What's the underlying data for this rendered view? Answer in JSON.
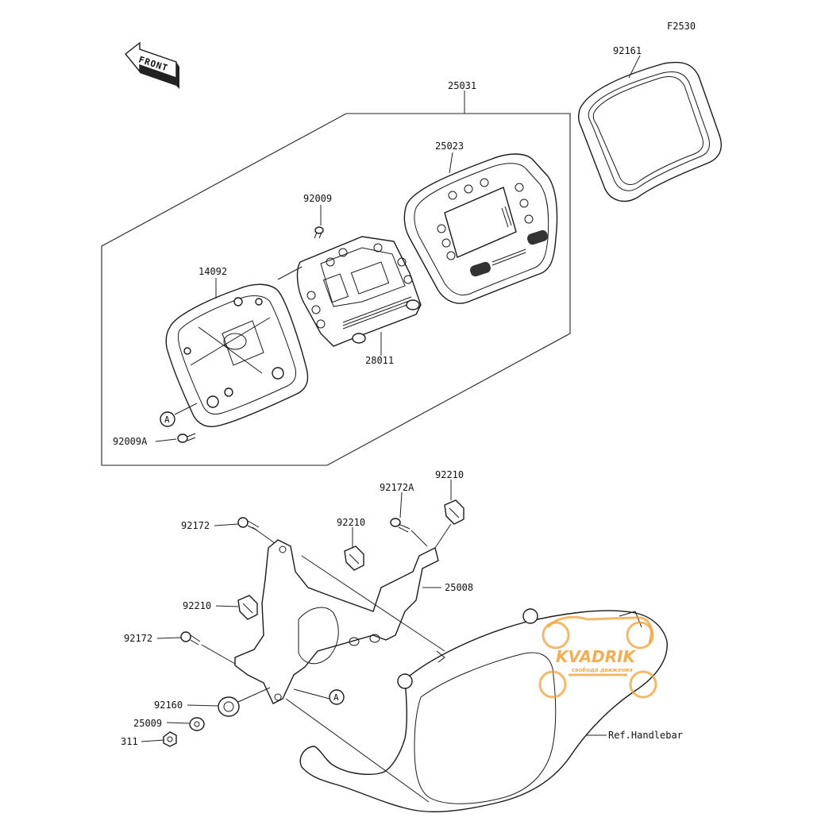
{
  "figure": {
    "code": "F2530",
    "front_label": "FRONT",
    "ref_label": "Ref.Handlebar",
    "callout_letter": "A"
  },
  "parts": [
    {
      "id": "92161",
      "label": "92161"
    },
    {
      "id": "25031",
      "label": "25031"
    },
    {
      "id": "25023",
      "label": "25023"
    },
    {
      "id": "92009",
      "label": "92009"
    },
    {
      "id": "14092",
      "label": "14092"
    },
    {
      "id": "28011",
      "label": "28011"
    },
    {
      "id": "92009A",
      "label": "92009A"
    },
    {
      "id": "92210-a",
      "label": "92210"
    },
    {
      "id": "92172A",
      "label": "92172A"
    },
    {
      "id": "92172-a",
      "label": "92172"
    },
    {
      "id": "92210-b",
      "label": "92210"
    },
    {
      "id": "25008",
      "label": "25008"
    },
    {
      "id": "92210-c",
      "label": "92210"
    },
    {
      "id": "92172-b",
      "label": "92172"
    },
    {
      "id": "92160",
      "label": "92160"
    },
    {
      "id": "25009",
      "label": "25009"
    },
    {
      "id": "311",
      "label": "311"
    }
  ],
  "watermark": {
    "brand": "KVADRIK",
    "tagline": "свобода движения"
  },
  "colors": {
    "line": "#1a1a1a",
    "watermark": "#f2a033",
    "background": "#ffffff"
  }
}
